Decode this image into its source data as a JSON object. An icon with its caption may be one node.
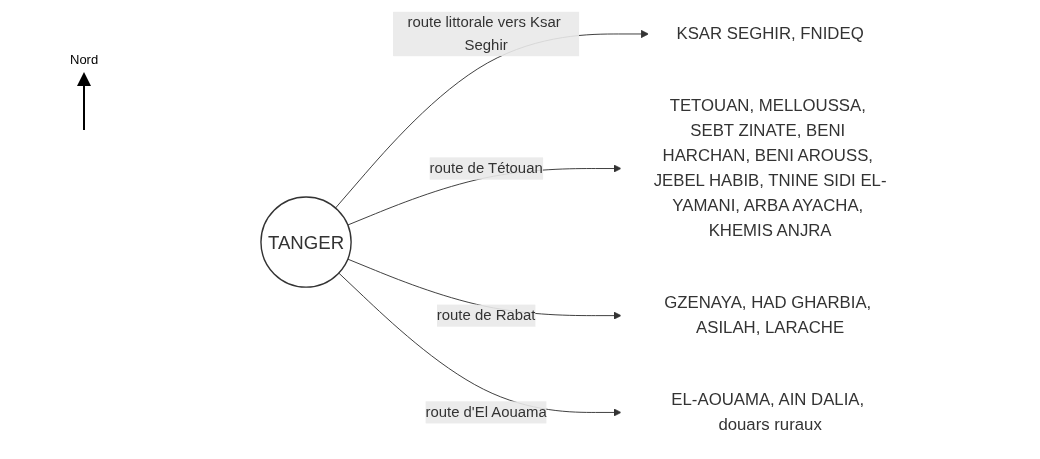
{
  "diagram": {
    "nodes": [
      {
        "text": [
          "TANGER"
        ]
      },
      {
        "text": [
          "KSAR SEGHIR, FNIDEQ"
        ]
      },
      {
        "text": [
          "TETOUAN, MELLOUSSA, SEBT ZINATE, BENI HARCHAN, BENI AROUSS, JEBEL HABIB, TNINE SIDI EL-YAMANI, ARBA AYACHA, KHEMIS ANJRA"
        ]
      },
      {
        "text": [
          "GZENAYA, HAD GHARBIA, ASILAH, LARACHE"
        ]
      },
      {
        "text": [
          "EL-AOUAMA, AIN DALIA, douars ruraux"
        ]
      }
    ],
    "edges": [
      {
        "from": 0,
        "to": 1,
        "arrow": "to",
        "label": "route littorale vers Ksar Seghir"
      },
      {
        "from": 0,
        "to": 2,
        "arrow": "to",
        "label": "route de Tétouan"
      },
      {
        "from": 0,
        "to": 3,
        "arrow": "to",
        "label": "route de Rabat"
      },
      {
        "from": 0,
        "to": 4,
        "arrow": "to",
        "label": "route d'El Aouama"
      }
    ],
    "labels": [
      "Nord"
    ]
  }
}
